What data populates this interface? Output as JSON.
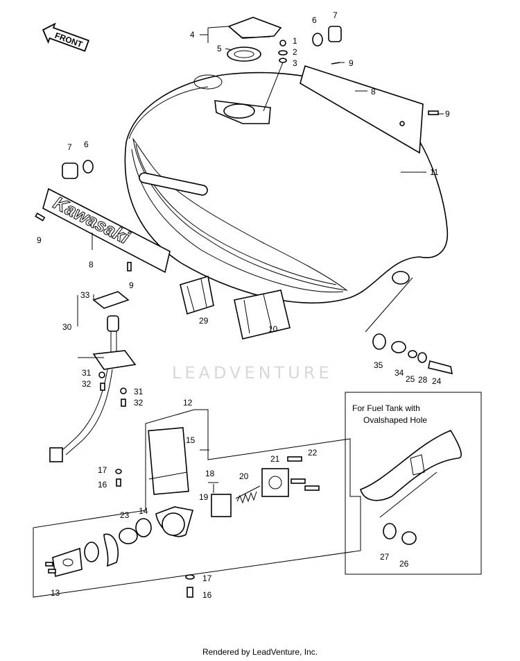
{
  "direction_arrow": "FRONT",
  "tank_brand": "Kawasaki",
  "watermark": "LEADVENTURE",
  "inset": {
    "line1": "For Fuel Tank with",
    "line2": "Ovalshaped Hole"
  },
  "footer": "Rendered by LeadVenture, Inc.",
  "callouts": {
    "c4": "4",
    "c5": "5",
    "c1": "1",
    "c2": "2",
    "c3": "3",
    "c6a": "6",
    "c7a": "7",
    "c9a": "9",
    "c8a": "8",
    "c9b": "9",
    "c11": "11",
    "c7b": "7",
    "c6b": "6",
    "c9c": "9",
    "c8b": "8",
    "c9d": "9",
    "c29": "29",
    "c10": "10",
    "c33": "33",
    "c30": "30",
    "c31a": "31",
    "c32a": "32",
    "c31b": "31",
    "c32b": "32",
    "c35": "35",
    "c34": "34",
    "c25": "25",
    "c28": "28",
    "c24": "24",
    "c12": "12",
    "c15": "15",
    "c17a": "17",
    "c16a": "16",
    "c18": "18",
    "c19": "19",
    "c20": "20",
    "c21": "21",
    "c22": "22",
    "c23": "23",
    "c14": "14",
    "c13": "13",
    "c17b": "17",
    "c16b": "16",
    "c27": "27",
    "c26": "26"
  }
}
